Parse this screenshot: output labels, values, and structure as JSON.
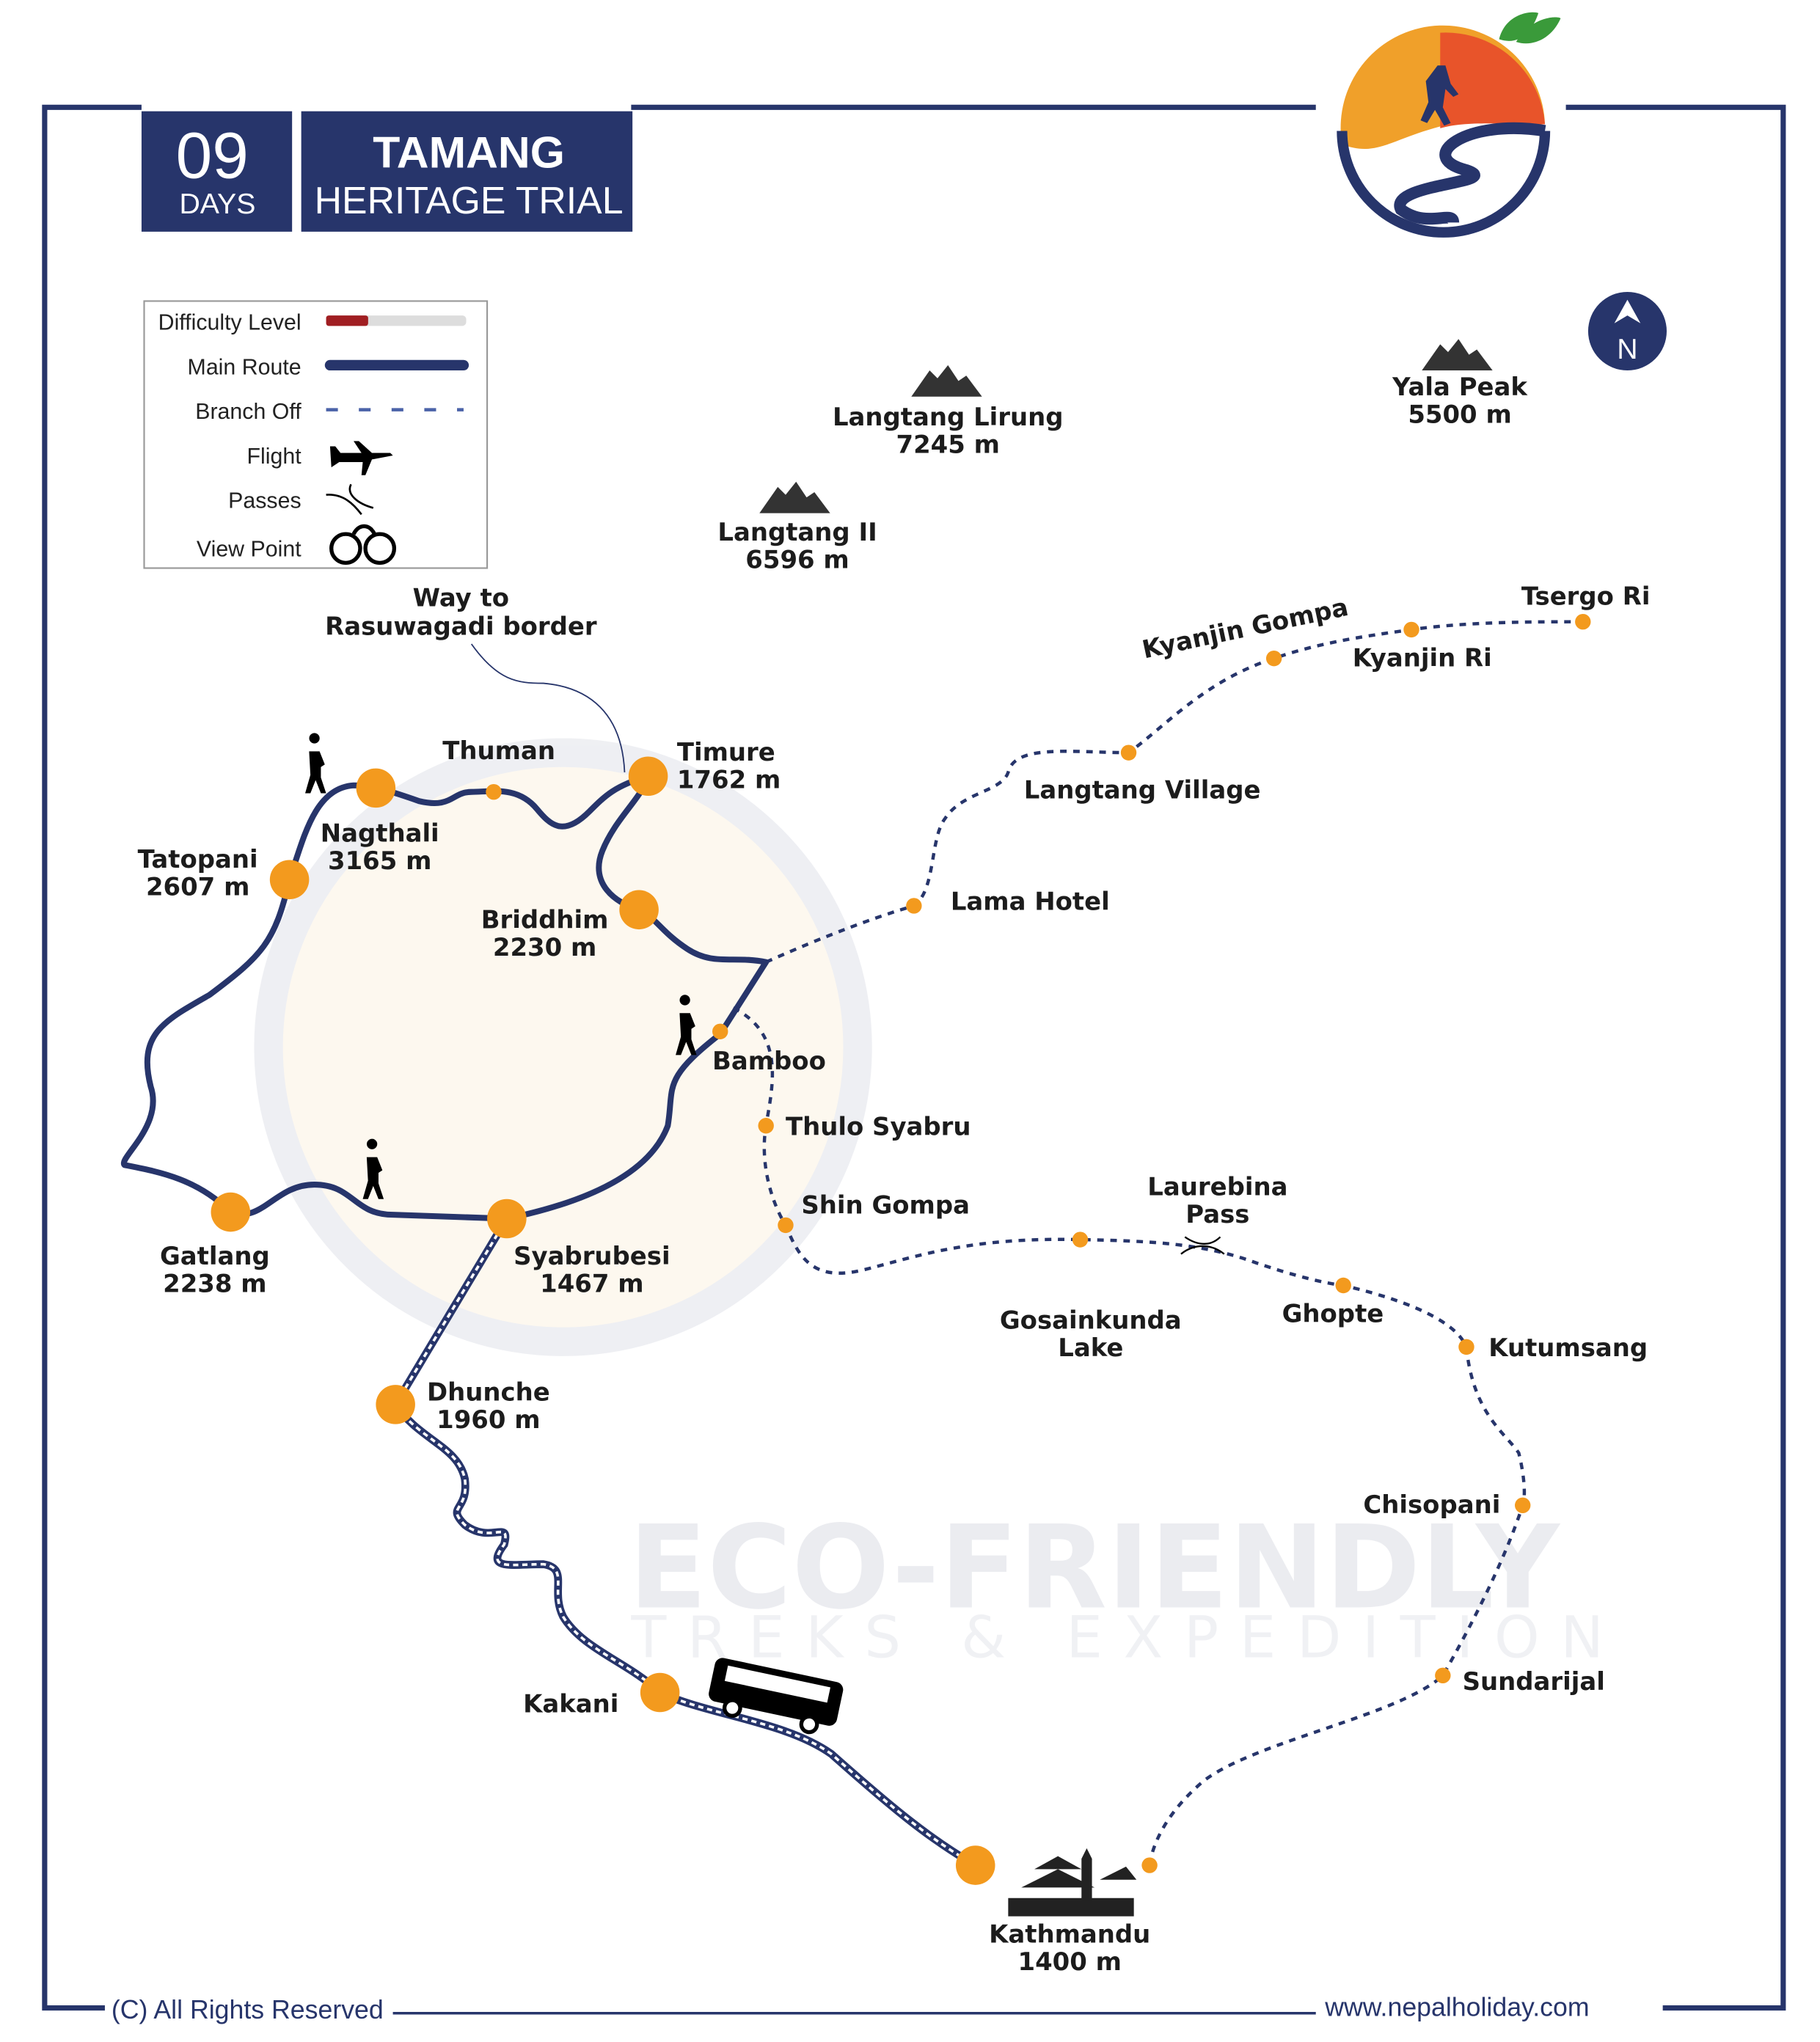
{
  "header": {
    "days_number": "09",
    "days_label": "DAYS",
    "title_line1": "TAMANG",
    "title_line2": "HERITAGE TRIAL"
  },
  "legend": {
    "difficulty_label": "Difficulty Level",
    "difficulty_level_fraction": 0.3,
    "main_route_label": "Main Route",
    "branch_off_label": "Branch Off",
    "flight_label": "Flight",
    "passes_label": "Passes",
    "view_point_label": "View Point"
  },
  "colors": {
    "route": "#27356b",
    "stop": "#f39a1e",
    "difficulty": "#a01e22",
    "border": "#27356b"
  },
  "north": {
    "label": "N"
  },
  "peaks": [
    {
      "name": "Langtang Lirung",
      "elev": "7245 m"
    },
    {
      "name": "Langtang II",
      "elev": "6596 m"
    },
    {
      "name": "Yala Peak",
      "elev": "5500 m"
    }
  ],
  "places": {
    "way_to_1": "Way to",
    "way_to_2": "Rasuwagadi border",
    "thuman": "Thuman",
    "timure": "Timure",
    "timure_elev": "1762 m",
    "nagthali": "Nagthali",
    "nagthali_elev": "3165 m",
    "tatopani": "Tatopani",
    "tatopani_elev": "2607 m",
    "briddhim": "Briddhim",
    "briddhim_elev": "2230 m",
    "bamboo": "Bamboo",
    "gatlang": "Gatlang",
    "gatlang_elev": "2238 m",
    "syabrubesi": "Syabrubesi",
    "syabrubesi_elev": "1467 m",
    "dhunche": "Dhunche",
    "dhunche_elev": "1960 m",
    "kakani": "Kakani",
    "kathmandu": "Kathmandu",
    "kathmandu_elev": "1400 m",
    "lama_hotel": "Lama Hotel",
    "langtang_village": "Langtang Village",
    "kyanjin_gompa": "Kyanjin Gompa",
    "kyanjin_ri": "Kyanjin Ri",
    "tsergo_ri": "Tsergo Ri",
    "thulo_syabru": "Thulo Syabru",
    "shin_gompa": "Shin Gompa",
    "laurebina_1": "Laurebina",
    "laurebina_2": "Pass",
    "gosainkunda_1": "Gosainkunda",
    "gosainkunda_2": "Lake",
    "ghopte": "Ghopte",
    "kutumsang": "Kutumsang",
    "chisopani": "Chisopani",
    "sundarijal": "Sundarijal"
  },
  "watermark": {
    "line1": "ECO-FRIENDLY",
    "line2": "TREKS & EXPEDITION"
  },
  "footer": {
    "copyright": "(C) All Rights Reserved",
    "website": "www.nepalholiday.com"
  }
}
